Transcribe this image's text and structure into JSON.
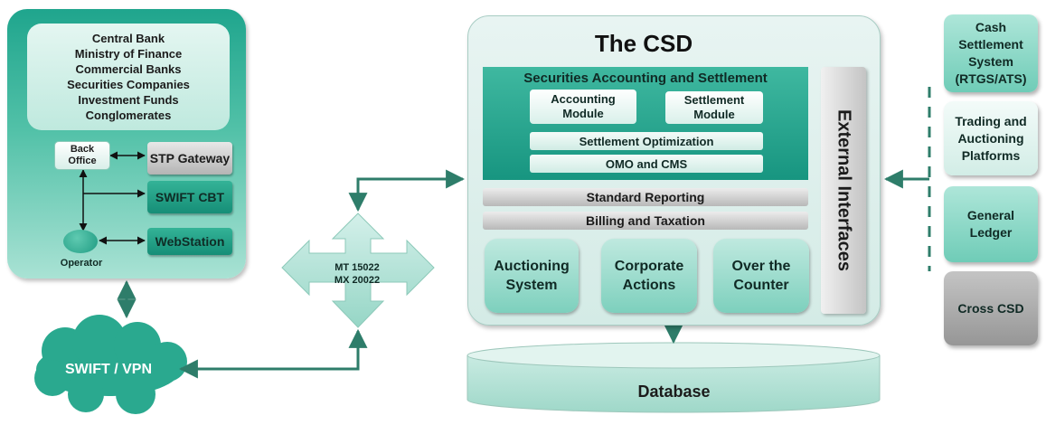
{
  "participants": {
    "lines": [
      "Central Bank",
      "Ministry of Finance",
      "Commercial Banks",
      "Securities Companies",
      "Investment Funds",
      "Conglomerates"
    ]
  },
  "left": {
    "back_office": "Back Office",
    "stp_gateway": "STP Gateway",
    "swift_cbt": "SWIFT CBT",
    "webstation": "WebStation",
    "operator": "Operator"
  },
  "network": {
    "cloud": "SWIFT / VPN",
    "message_formats": [
      "MT 15022",
      "MX 20022"
    ]
  },
  "csd": {
    "title": "The CSD",
    "securities_accounting": {
      "title": "Securities Accounting and Settlement",
      "accounting_module": "Accounting Module",
      "settlement_module": "Settlement Module",
      "settlement_optimization": "Settlement Optimization",
      "omo_cms": "OMO and CMS"
    },
    "standard_reporting": "Standard Reporting",
    "billing_taxation": "Billing and Taxation",
    "auctioning_system": "Auctioning System",
    "corporate_actions": "Corporate Actions",
    "over_the_counter": "Over the Counter",
    "external_interfaces": "External Interfaces"
  },
  "database": "Database",
  "right_systems": [
    "Cash Settlement System (RTGS/ATS)",
    "Trading and Auctioning Platforms",
    "General Ledger",
    "Cross CSD"
  ],
  "colors": {
    "teal": "#1fa58d",
    "dark_teal": "#2e7d6a",
    "gray": "#b4b4b4"
  }
}
